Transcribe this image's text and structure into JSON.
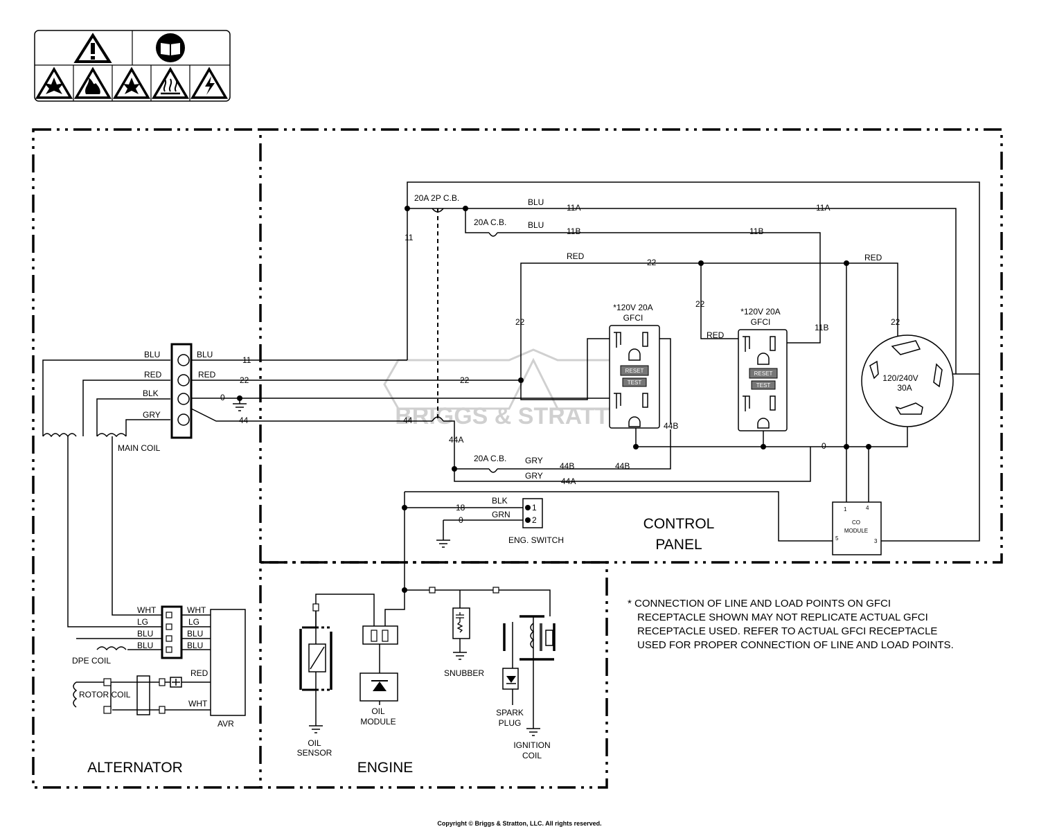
{
  "sections": {
    "alternator": "ALTERNATOR",
    "engine": "ENGINE",
    "control_panel_1": "CONTROL",
    "control_panel_2": "PANEL"
  },
  "labels": {
    "breaker_2p": "20A 2P C.B.",
    "breaker_1": "20A C.B.",
    "breaker_2": "20A C.B.",
    "main_coil": "MAIN COIL",
    "dpe_coil": "DPE COIL",
    "rotor_coil": "ROTOR COIL",
    "avr": "AVR",
    "gfci_1_a": "*120V 20A",
    "gfci_1_b": "GFCI",
    "gfci_2_a": "*120V 20A",
    "gfci_2_b": "GFCI",
    "reset": "RESET",
    "test": "TEST",
    "twistlock_a": "120/240V",
    "twistlock_b": "30A",
    "eng_switch": "ENG. SWITCH",
    "co_module_a": "CO",
    "co_module_b": "MODULE",
    "oil_sensor_a": "OIL",
    "oil_sensor_b": "SENSOR",
    "oil_module_a": "OIL",
    "oil_module_b": "MODULE",
    "snubber": "SNUBBER",
    "spark_plug_a": "SPARK",
    "spark_plug_b": "PLUG",
    "ignition_coil_a": "IGNITION",
    "ignition_coil_b": "COIL"
  },
  "wires": {
    "blu": "BLU",
    "red": "RED",
    "blk": "BLK",
    "gry": "GRY",
    "grn": "GRN",
    "wht": "WHT",
    "lg": "LG",
    "w11": "11",
    "w11a": "11A",
    "w11b": "11B",
    "w22": "22",
    "w0": "0",
    "w44": "44",
    "w44a": "44A",
    "w44b": "44B",
    "w18": "18"
  },
  "pins": {
    "p1": "1",
    "p2": "2",
    "p3": "3",
    "p4": "4",
    "p5": "5"
  },
  "note": [
    "* CONNECTION OF LINE AND LOAD POINTS ON GFCI",
    "RECEPTACLE SHOWN MAY NOT REPLICATE ACTUAL GFCI",
    "RECEPTACLE USED.  REFER TO ACTUAL GFCI RECEPTACLE",
    "USED FOR PROPER CONNECTION OF LINE AND LOAD POINTS."
  ],
  "watermark": "BRIGGS & STRATTON",
  "copyright": "Copyright © Briggs & Stratton, LLC. All rights reserved.",
  "icons": [
    "warning-triangle-icon",
    "read-manual-icon",
    "explosion-icon",
    "fire-icon",
    "shock-hazard-icon",
    "hot-surface-icon",
    "electrical-hazard-icon"
  ]
}
